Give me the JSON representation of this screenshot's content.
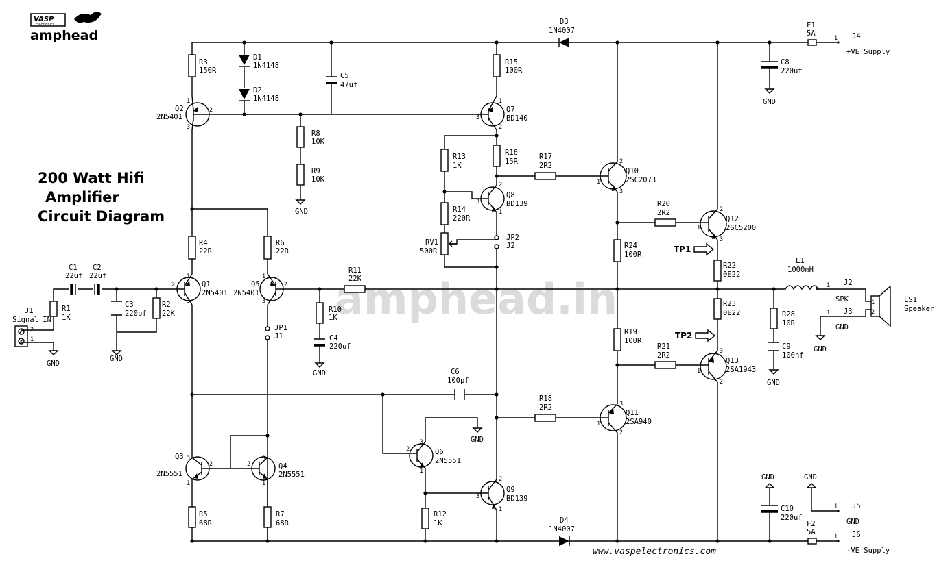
{
  "brand": {
    "badge": "VASP",
    "badge_sub": "Electronics",
    "name": "amphead"
  },
  "title": {
    "line1": "200 Watt Hifi",
    "line2": "Amplifier",
    "line3": "Circuit Diagram"
  },
  "watermark": "amphead.in",
  "footer_url": "www.vaspelectronics.com",
  "test_points": {
    "tp1": "TP1",
    "tp2": "TP2"
  },
  "components": {
    "R1": {
      "ref": "R1",
      "val": "1K"
    },
    "R2": {
      "ref": "R2",
      "val": "22K"
    },
    "R3": {
      "ref": "R3",
      "val": "150R"
    },
    "R4": {
      "ref": "R4",
      "val": "22R"
    },
    "R5": {
      "ref": "R5",
      "val": "68R"
    },
    "R6": {
      "ref": "R6",
      "val": "22R"
    },
    "R7": {
      "ref": "R7",
      "val": "68R"
    },
    "R8": {
      "ref": "R8",
      "val": "10K"
    },
    "R9": {
      "ref": "R9",
      "val": "10K"
    },
    "R10": {
      "ref": "R10",
      "val": "1K"
    },
    "R11": {
      "ref": "R11",
      "val": "22K"
    },
    "R12": {
      "ref": "R12",
      "val": "1K"
    },
    "R13": {
      "ref": "R13",
      "val": "1K"
    },
    "R14": {
      "ref": "R14",
      "val": "220R"
    },
    "R15": {
      "ref": "R15",
      "val": "100R"
    },
    "R16": {
      "ref": "R16",
      "val": "15R"
    },
    "R17": {
      "ref": "R17",
      "val": "2R2"
    },
    "R18": {
      "ref": "R18",
      "val": "2R2"
    },
    "R19": {
      "ref": "R19",
      "val": "100R"
    },
    "R20": {
      "ref": "R20",
      "val": "2R2"
    },
    "R21": {
      "ref": "R21",
      "val": "2R2"
    },
    "R22": {
      "ref": "R22",
      "val": "0E22"
    },
    "R23": {
      "ref": "R23",
      "val": "0E22"
    },
    "R24": {
      "ref": "R24",
      "val": "100R"
    },
    "R28": {
      "ref": "R28",
      "val": "10R"
    },
    "RV1": {
      "ref": "RV1",
      "val": "500R"
    },
    "C1": {
      "ref": "C1",
      "val": "22uf"
    },
    "C2": {
      "ref": "C2",
      "val": "22uf"
    },
    "C3": {
      "ref": "C3",
      "val": "220pf"
    },
    "C4": {
      "ref": "C4",
      "val": "220uf"
    },
    "C5": {
      "ref": "C5",
      "val": "47uf"
    },
    "C6": {
      "ref": "C6",
      "val": "100pf"
    },
    "C8": {
      "ref": "C8",
      "val": "220uf"
    },
    "C9": {
      "ref": "C9",
      "val": "100nf"
    },
    "C10": {
      "ref": "C10",
      "val": "220uf"
    },
    "D1": {
      "ref": "D1",
      "val": "1N4148"
    },
    "D2": {
      "ref": "D2",
      "val": "1N4148"
    },
    "D3": {
      "ref": "D3",
      "val": "1N4007"
    },
    "D4": {
      "ref": "D4",
      "val": "1N4007"
    },
    "Q1": {
      "ref": "Q1",
      "val": "2N5401"
    },
    "Q2": {
      "ref": "Q2",
      "val": "2N5401"
    },
    "Q3": {
      "ref": "Q3",
      "val": "2N5551"
    },
    "Q4": {
      "ref": "Q4",
      "val": "2N5551"
    },
    "Q5": {
      "ref": "Q5",
      "val": "2N5401"
    },
    "Q6": {
      "ref": "Q6",
      "val": "2N5551"
    },
    "Q7": {
      "ref": "Q7",
      "val": "BD140"
    },
    "Q8": {
      "ref": "Q8",
      "val": "BD139"
    },
    "Q9": {
      "ref": "Q9",
      "val": "BD139"
    },
    "Q10": {
      "ref": "Q10",
      "val": "2SC2073"
    },
    "Q11": {
      "ref": "Q11",
      "val": "2SA940"
    },
    "Q12": {
      "ref": "Q12",
      "val": "2SC5200"
    },
    "Q13": {
      "ref": "Q13",
      "val": "2SA1943"
    },
    "L1": {
      "ref": "L1",
      "val": "1000nH"
    },
    "F1": {
      "ref": "F1",
      "val": "5A"
    },
    "F2": {
      "ref": "F2",
      "val": "5A"
    },
    "JP1": {
      "ref": "JP1",
      "val": "J1"
    },
    "JP2": {
      "ref": "JP2",
      "val": "J2"
    },
    "J1": {
      "ref": "J1",
      "val": "Signal IN"
    },
    "J2": {
      "ref": "J2",
      "val": "SPK"
    },
    "J3": {
      "ref": "J3",
      "val": "GND"
    },
    "J4": {
      "ref": "J4",
      "val": "+VE Supply"
    },
    "J5": {
      "ref": "J5",
      "val": "GND"
    },
    "J6": {
      "ref": "J6",
      "val": "-VE Supply"
    },
    "LS1": {
      "ref": "LS1",
      "val": "Speaker"
    }
  },
  "gnd_label": "GND",
  "pins": {
    "p1": "1",
    "p2": "2",
    "p3": "3"
  }
}
